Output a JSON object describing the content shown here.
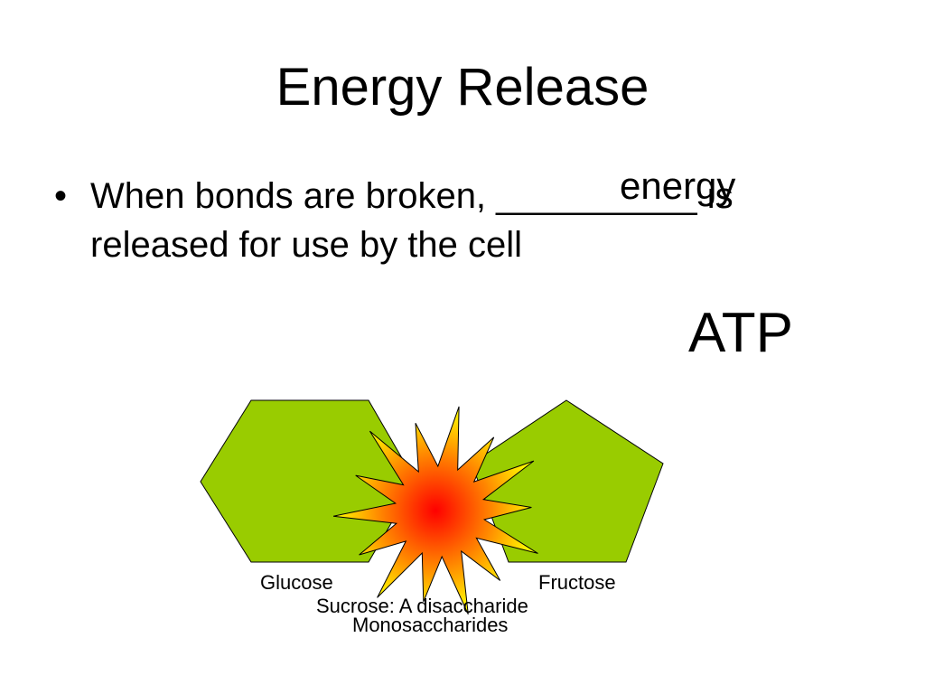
{
  "slide": {
    "title": "Energy Release",
    "bullet_marker": "•",
    "bullet_line1": "When bonds are broken, __________ is",
    "bullet_line2": "released for use by the cell",
    "blank_answer": "energy",
    "atp": "ATP"
  },
  "diagram": {
    "shape_color": "#99cc00",
    "burst_colors": [
      "#ff0000",
      "#ffff00"
    ],
    "left_label": "Glucose",
    "right_label": "Fructose",
    "sucrose_label": "Sucrose:  A disaccharide",
    "mono_label": "Monosaccharides"
  }
}
